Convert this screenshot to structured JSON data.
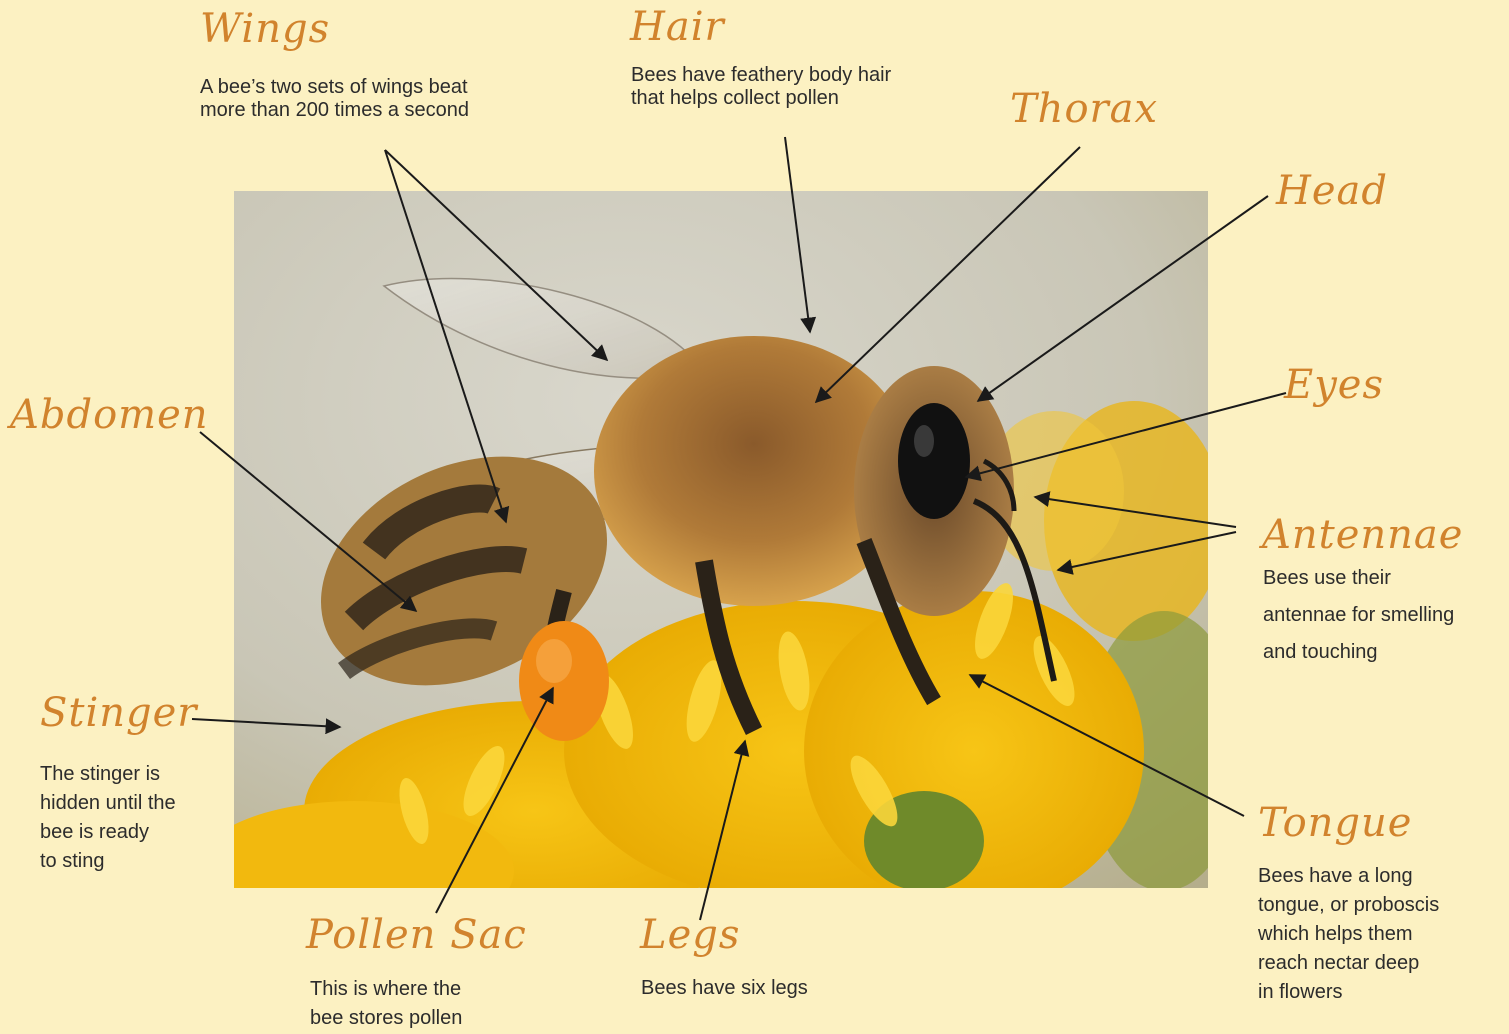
{
  "labels": {
    "wings": {
      "title": "Wings",
      "lines": [
        "A bee’s two sets of wings beat",
        "more than 200 times a second"
      ]
    },
    "hair": {
      "title": "Hair",
      "lines": [
        "Bees have feathery body hair",
        "that helps collect pollen"
      ]
    },
    "thorax": {
      "title": "Thorax"
    },
    "head": {
      "title": "Head"
    },
    "eyes": {
      "title": "Eyes"
    },
    "abdomen": {
      "title": "Abdomen"
    },
    "antennae": {
      "title": "Antennae",
      "lines": [
        "Bees use their",
        "antennae for smelling",
        "and touching"
      ]
    },
    "stinger": {
      "title": "Stinger",
      "lines": [
        "The stinger is",
        "hidden until the",
        "bee is ready",
        "to sting"
      ]
    },
    "tongue": {
      "title": "Tongue",
      "lines": [
        "Bees have a long",
        "tongue, or proboscis",
        "which helps them",
        "reach nectar deep",
        "in flowers"
      ]
    },
    "pollen_sac": {
      "title": "Pollen Sac",
      "lines": [
        "This is where the",
        "bee stores pollen"
      ]
    },
    "legs": {
      "title": "Legs",
      "lines": [
        "Bees have six legs"
      ]
    }
  },
  "colors": {
    "background": "#fcf1c2",
    "label": "#d1832d",
    "text": "#2c2c2c",
    "arrow": "#1a1a1a"
  }
}
